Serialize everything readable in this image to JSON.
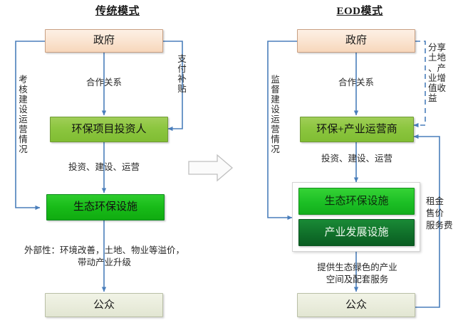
{
  "diagram": {
    "title_left": "传统模式",
    "title_right": "EOD模式",
    "transition_icon": "right-block-arrow-icon"
  },
  "left_panel": {
    "nodes": [
      {
        "id": "gov",
        "label": "政府",
        "style": "peach"
      },
      {
        "id": "investor",
        "label": "环保项目投资人",
        "style": "light-green"
      },
      {
        "id": "eco-facility",
        "label": "生态环保设施",
        "style": "green"
      },
      {
        "id": "public",
        "label": "公众",
        "style": "pale-green-grey"
      }
    ],
    "edges": [
      {
        "id": "gov-investor",
        "label": "合作关系",
        "orientation": "horizontal"
      },
      {
        "id": "subsidy",
        "label": "支付补贴",
        "orientation": "vertical"
      },
      {
        "id": "assessment",
        "label": "考核建设运营情况",
        "orientation": "vertical"
      },
      {
        "id": "invest-build-operate",
        "label": "投资、建设、运营",
        "orientation": "horizontal"
      },
      {
        "id": "externality",
        "label": "外部性：环境改善，土地、物业等溢价，带动产业升级",
        "orientation": "horizontal",
        "lines": [
          "外部性：环境改善，土地、物业等溢价，",
          "带动产业升级"
        ]
      }
    ]
  },
  "right_panel": {
    "nodes": [
      {
        "id": "gov",
        "label": "政府",
        "style": "peach"
      },
      {
        "id": "operator",
        "label": "环保+产业运营商",
        "style": "light-green"
      },
      {
        "id": "eco-facility",
        "label": "生态环保设施",
        "style": "green-bright"
      },
      {
        "id": "industry-facility",
        "label": "产业发展设施",
        "style": "green-dark"
      },
      {
        "id": "public",
        "label": "公众",
        "style": "pale-green-grey"
      }
    ],
    "edges": [
      {
        "id": "gov-operator",
        "label": "合作关系",
        "orientation": "horizontal"
      },
      {
        "id": "share-value",
        "label": "分享土地、产业增值收益",
        "orientation": "vertical",
        "lines": [
          "分享",
          "土地",
          "、产",
          "业增",
          "值收",
          "益"
        ]
      },
      {
        "id": "supervision",
        "label": "监督建设运营情况",
        "orientation": "vertical"
      },
      {
        "id": "invest-build-operate",
        "label": "投资、建设、运营",
        "orientation": "horizontal"
      },
      {
        "id": "rent-price-fee",
        "label": "租金售价服务费",
        "orientation": "horizontal",
        "lines": [
          "租金",
          "售价",
          "服务费"
        ]
      },
      {
        "id": "green-space-service",
        "label": "提供生态绿色的产业空间及配套服务",
        "orientation": "horizontal",
        "lines": [
          "提供生态绿色的产业",
          "空间及配套服务"
        ]
      }
    ]
  },
  "colors": {
    "connector": "#4a7ebb",
    "connector_dashed": "#4a7ebb",
    "gov_fill": "#fae3cf",
    "gov_border": "#c8a083",
    "light_green_fill": "#8cc63f",
    "green_fill": "#18bb18",
    "green_bright_fill": "#1cbf25",
    "green_dark_fill": "#10702a",
    "public_fill": "#e9ecdb",
    "arrow_fill": "#ffffff",
    "arrow_border": "#bfbfbf"
  }
}
